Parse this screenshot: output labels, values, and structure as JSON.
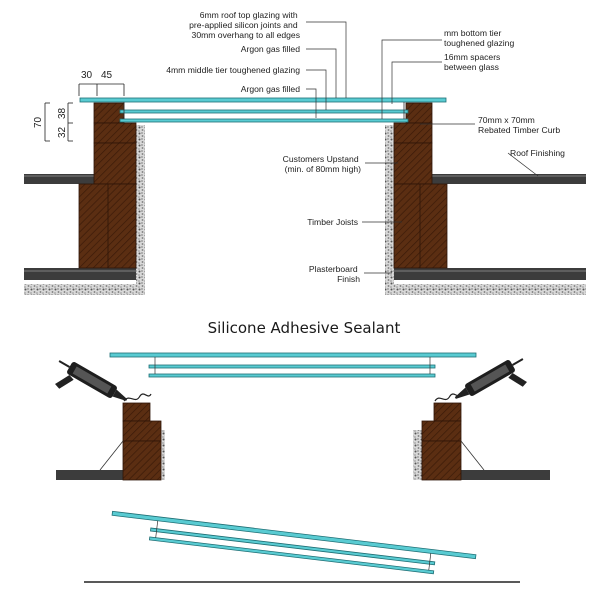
{
  "colors": {
    "timber": "#5b2e12",
    "timber_dark": "#2e1508",
    "glass": "#59cbd2",
    "glass_edge": "#1f6f75",
    "roof": "#3c3c3c",
    "plaster": "#777777",
    "leader": "#333333"
  },
  "dimensions": {
    "width_1": "30",
    "width_2": "45",
    "height_total": "70",
    "height_upper": "38",
    "height_lower": "32"
  },
  "labels": {
    "roof_glazing": [
      "6mm roof top glazing with",
      "pre-applied silicon joints and",
      "30mm overhang to all edges"
    ],
    "argon_top": "Argon gas filled",
    "middle_tier": "4mm middle tier toughened glazing",
    "argon_bottom": "Argon gas filled",
    "bottom_tier": [
      "mm bottom tier",
      "toughened glazing"
    ],
    "spacers": [
      "16mm spacers",
      "between glass"
    ],
    "curb": [
      "70mm x 70mm",
      "Rebated Timber Curb"
    ],
    "roof_finishing": "Roof Finishing",
    "upstand": [
      "Customers Upstand",
      "(min. of 80mm high)"
    ],
    "joists": "Timber Joists",
    "plasterboard": [
      "Plasterboard",
      "Finish"
    ]
  },
  "section_title": "Silicone Adhesive Sealant",
  "icons": {
    "left_gun": "sealant-gun-icon",
    "right_gun": "sealant-gun-icon"
  }
}
